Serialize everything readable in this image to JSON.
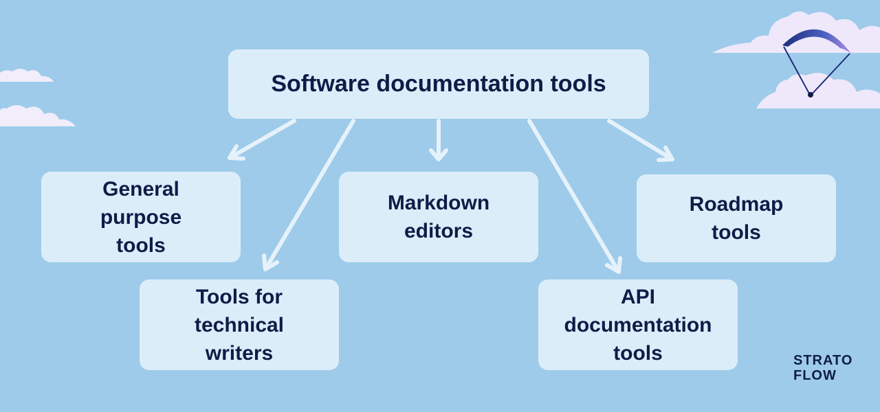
{
  "diagram": {
    "title": "Software documentation tools",
    "categories": [
      {
        "id": "general",
        "label": "General purpose tools"
      },
      {
        "id": "technical",
        "label": "Tools for technical writers"
      },
      {
        "id": "markdown",
        "label": "Markdown editors"
      },
      {
        "id": "api",
        "label": "API documentation tools"
      },
      {
        "id": "roadmap",
        "label": "Roadmap tools"
      }
    ]
  },
  "brand": {
    "line1": "STRATO",
    "line2": "FLOW"
  },
  "colors": {
    "background": "#9ecbea",
    "box": "#dcedfa",
    "text": "#0f1c46",
    "arrow": "#e6f2fb",
    "cloud": "#f4eefc",
    "parachute": "#8a6fd0"
  }
}
